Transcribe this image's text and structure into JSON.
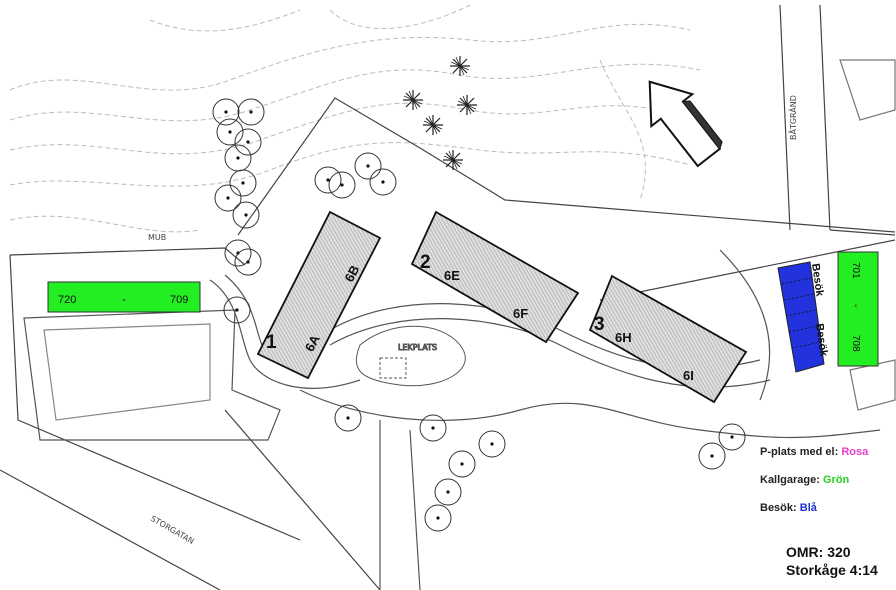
{
  "buildings": {
    "b1": {
      "number": "1",
      "entrances": [
        "6A",
        "6B"
      ]
    },
    "b2": {
      "number": "2",
      "entrances": [
        "6E",
        "6F"
      ]
    },
    "b3": {
      "number": "3",
      "entrances": [
        "6H",
        "6I"
      ]
    }
  },
  "parking": {
    "garage_left": {
      "from": "720",
      "separator": "-",
      "to": "709"
    },
    "garage_right": {
      "from": "701",
      "separator": "-",
      "to": "708"
    },
    "visitor": {
      "label_top": "Besök",
      "label_bottom": "Besök"
    }
  },
  "place_labels": {
    "street_left": "STORGATAN",
    "street_right": "BÅTGRÄND",
    "playground": "LEKPLATS",
    "small_label": "MUB"
  },
  "legend": {
    "items": [
      {
        "label": "P-plats med el:",
        "value": "Rosa",
        "color": "#e040c8"
      },
      {
        "label": "Kallgarage:",
        "value": "Grön",
        "color": "#22d322"
      },
      {
        "label": "Besök:",
        "value": "Blå",
        "color": "#2030c8"
      }
    ]
  },
  "footer": {
    "area": "OMR: 320",
    "property": "Storkåge 4:14"
  },
  "colors": {
    "garage_green": "#22ee22",
    "visitor_blue": "#2233dd",
    "line": "#333333",
    "hatch": "#9a9a9a"
  },
  "icons": {
    "north_arrow": "north-arrow-icon",
    "tree": "tree-icon"
  }
}
